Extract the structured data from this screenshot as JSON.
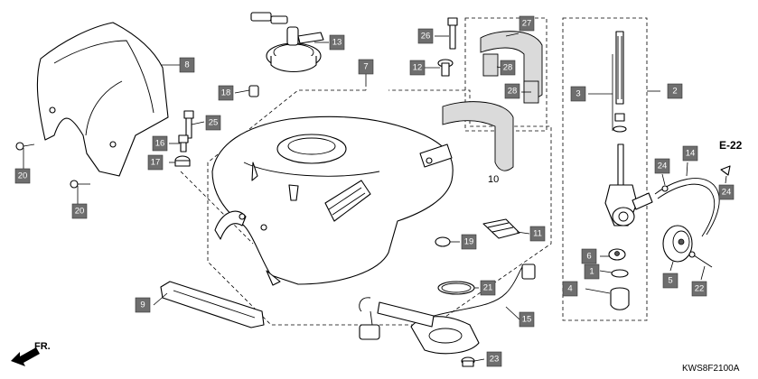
{
  "diagram": {
    "code": "KWS8F2100A",
    "reference": "E-22",
    "direction_label": "FR.",
    "plain_label_10": "10"
  },
  "callouts": [
    {
      "id": "c1",
      "label": "1"
    },
    {
      "id": "c2",
      "label": "2"
    },
    {
      "id": "c3",
      "label": "3"
    },
    {
      "id": "c4",
      "label": "4"
    },
    {
      "id": "c5",
      "label": "5"
    },
    {
      "id": "c6",
      "label": "6"
    },
    {
      "id": "c7",
      "label": "7"
    },
    {
      "id": "c8",
      "label": "8"
    },
    {
      "id": "c9",
      "label": "9"
    },
    {
      "id": "c11",
      "label": "11"
    },
    {
      "id": "c12",
      "label": "12"
    },
    {
      "id": "c13",
      "label": "13"
    },
    {
      "id": "c14",
      "label": "14"
    },
    {
      "id": "c15",
      "label": "15"
    },
    {
      "id": "c16",
      "label": "16"
    },
    {
      "id": "c17",
      "label": "17"
    },
    {
      "id": "c18",
      "label": "18"
    },
    {
      "id": "c19",
      "label": "19"
    },
    {
      "id": "c20a",
      "label": "20"
    },
    {
      "id": "c20b",
      "label": "20"
    },
    {
      "id": "c21",
      "label": "21"
    },
    {
      "id": "c22",
      "label": "22"
    },
    {
      "id": "c23",
      "label": "23"
    },
    {
      "id": "c24a",
      "label": "24"
    },
    {
      "id": "c24b",
      "label": "24"
    },
    {
      "id": "c25",
      "label": "25"
    },
    {
      "id": "c26",
      "label": "26"
    },
    {
      "id": "c27",
      "label": "27"
    },
    {
      "id": "c28a",
      "label": "28"
    },
    {
      "id": "c28b",
      "label": "28"
    }
  ]
}
